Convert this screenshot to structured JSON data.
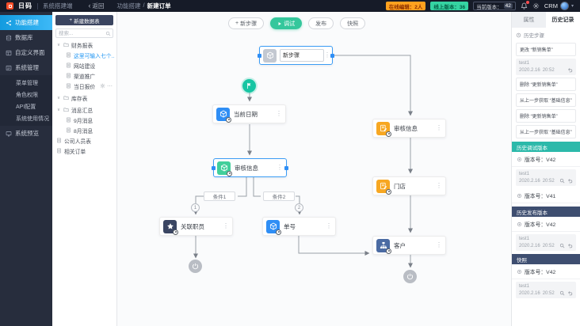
{
  "topbar": {
    "logo": "日码",
    "product": "系统搭建端",
    "back": "返回",
    "breadcrumb_parent": "功能搭建",
    "breadcrumb_sep": "/",
    "breadcrumb_current": "新建订单",
    "online_badge": "在线编辑：2人",
    "online_version_badge": "线上版本：36",
    "current_version_label": "当前版本：",
    "current_version_value": "42",
    "user": "CRM",
    "colors": {
      "topbar_bg": "#161b28",
      "online_badge_bg": "#ffa21f",
      "online_version_bg": "#35d3a2"
    }
  },
  "sidebar": {
    "items": [
      {
        "label": "功能搭建",
        "icon": "share-icon",
        "active": true
      },
      {
        "label": "数据库",
        "icon": "database-icon"
      },
      {
        "label": "自定义界面",
        "icon": "layout-icon"
      },
      {
        "label": "系统管理",
        "icon": "list-icon"
      },
      {
        "label": "系统预览",
        "icon": "monitor-icon"
      }
    ],
    "sub_items": [
      {
        "label": "菜单管理"
      },
      {
        "label": "角色权限"
      },
      {
        "label": "API配置"
      },
      {
        "label": "系统使用情况"
      }
    ],
    "active_color": "#2aa9f2"
  },
  "tree_panel": {
    "plus": "+",
    "new_table_button": "新建数据表",
    "search_placeholder": "搜索...",
    "items": [
      {
        "label": "财务报表",
        "type": "group"
      },
      {
        "label": "这里可输入七个..",
        "type": "child",
        "selected": true
      },
      {
        "label": "网站建设",
        "type": "child"
      },
      {
        "label": "渠道推广",
        "type": "child"
      },
      {
        "label": "当日报价",
        "type": "child",
        "has_actions": true
      },
      {
        "label": "库存表",
        "type": "group"
      },
      {
        "label": "消息汇总",
        "type": "group"
      },
      {
        "label": "9月消息",
        "type": "child"
      },
      {
        "label": "8月消息",
        "type": "child"
      },
      {
        "label": "公司人员表",
        "type": "file"
      },
      {
        "label": "相关订单",
        "type": "file"
      }
    ]
  },
  "canvas": {
    "toolbar": {
      "plus": "+",
      "new_step": "新步骤",
      "debug": "调试",
      "publish": "发布",
      "snapshot": "快照",
      "debug_color": "#35c79c"
    },
    "nodes": {
      "draft": {
        "label": "新步骤",
        "color": "#c3c8d1",
        "state": "selected-editing"
      },
      "current_date": {
        "label": "当前日期",
        "color": "#2f8ef5"
      },
      "review_mid": {
        "label": "审核信息",
        "color": "#41cf9b",
        "state": "selected"
      },
      "staff": {
        "label": "关联职员",
        "color": "#3a4562"
      },
      "order_no": {
        "label": "单号",
        "color": "#2f8ef5"
      },
      "review_right": {
        "label": "审核信息",
        "color": "#f7a722"
      },
      "store": {
        "label": "门店",
        "color": "#f7a722"
      },
      "customer": {
        "label": "客户",
        "color": "#4b6ba3"
      }
    },
    "conditions": {
      "c1": "条件1",
      "c2": "条件2",
      "n1": "1",
      "n2": "2"
    },
    "start_color": "#17c5a3"
  },
  "right_panel": {
    "tab_properties": "属性",
    "tab_history": "历史记录",
    "history_steps_title": "历史步骤",
    "steps": [
      "更改 “新销售单”",
      "删除 “更新销售单”",
      "从上一步获取 “基础信息”",
      "删除 “更新销售单”",
      "从上一步获取 “基础信息”"
    ],
    "entry": {
      "user": "test1",
      "date": "2020.2.16",
      "time": "20:52"
    },
    "sections": {
      "debug": {
        "title": "历史调试版本",
        "color": "#2cb9aa",
        "versions": [
          "版本号：V42",
          "版本号：V41"
        ]
      },
      "publish": {
        "title": "历史发布版本",
        "color": "#3e4e70",
        "versions": [
          "版本号：V42"
        ]
      },
      "snapshot": {
        "title": "快照",
        "color": "#3e4e70",
        "versions": [
          "版本号：V42"
        ]
      }
    }
  }
}
